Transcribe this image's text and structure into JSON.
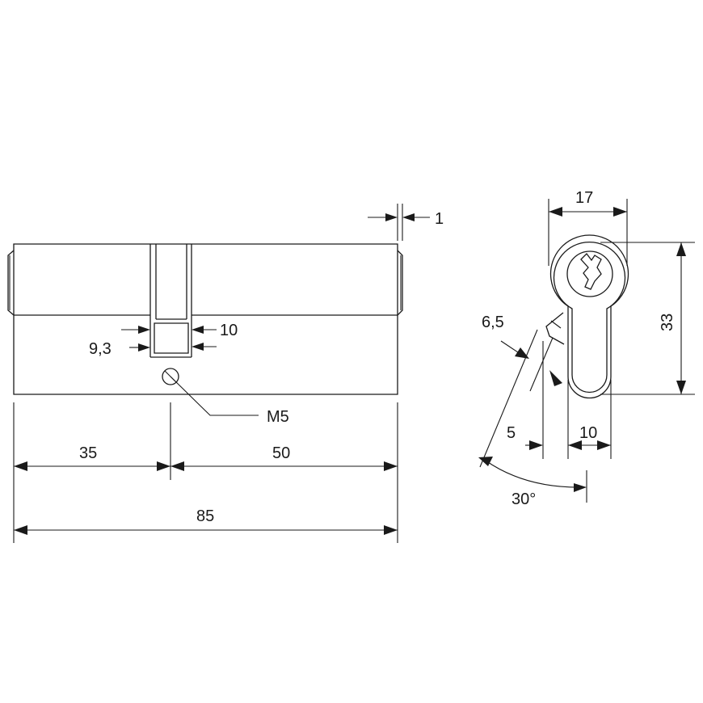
{
  "colors": {
    "line": "#1a1a1a",
    "background": "#ffffff"
  },
  "side_view": {
    "dim_total_length": "85",
    "dim_left_section": "35",
    "dim_right_section": "50",
    "dim_cam_gap_right": "10",
    "dim_cam_gap_left": "9,3",
    "dim_end_offset": "1",
    "screw_thread": "M5"
  },
  "front_view": {
    "dim_width": "17",
    "dim_height": "33",
    "dim_cam_thickness": "6,5",
    "dim_cam_offset": "5",
    "dim_bottom_width": "10",
    "dim_cam_angle": "30°"
  }
}
